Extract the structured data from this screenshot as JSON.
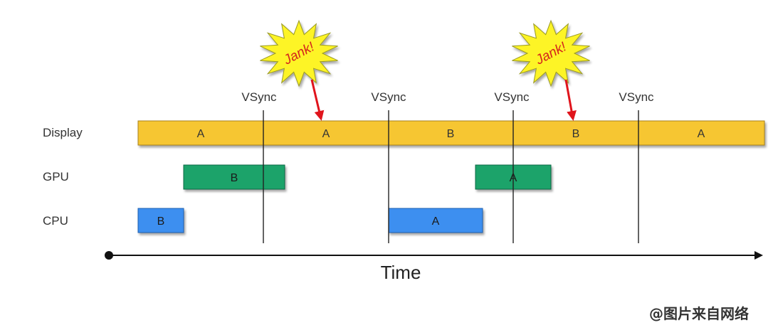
{
  "rows": {
    "display": "Display",
    "gpu": "GPU",
    "cpu": "CPU"
  },
  "vsync_label": "VSync",
  "axis_label": "Time",
  "jank_label": "Jank!",
  "display_frames": [
    "A",
    "A",
    "B",
    "B",
    "A"
  ],
  "gpu_blocks": [
    "B",
    "A"
  ],
  "cpu_blocks": [
    "B",
    "A"
  ],
  "colors": {
    "display": "#f6c630",
    "gpu": "#1aa36a",
    "cpu": "#3d8ff0",
    "burst": "#fdf428",
    "jank_text": "#d4251c",
    "arrow": "#e0141c"
  },
  "watermark": "@图片来自网络"
}
